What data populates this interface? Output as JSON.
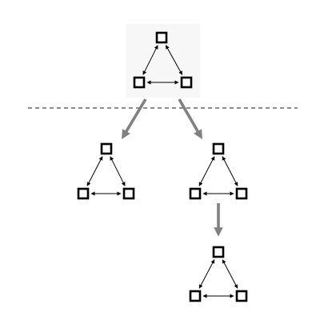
{
  "diagram": {
    "colors": {
      "background": "#ffffff",
      "node_fill": "#ffffff",
      "node_stroke": "#000000",
      "edge": "#000000",
      "flow_arrow": "#808080",
      "divider": "#666666"
    },
    "node_icon": "square-node",
    "edge_style": "double-headed-arrow",
    "divider_style": "dashed",
    "triangles": [
      {
        "id": "top"
      },
      {
        "id": "left"
      },
      {
        "id": "right"
      },
      {
        "id": "bottom"
      }
    ],
    "flows": [
      {
        "from": "top",
        "to": "left"
      },
      {
        "from": "top",
        "to": "right"
      },
      {
        "from": "right",
        "to": "bottom"
      }
    ]
  }
}
